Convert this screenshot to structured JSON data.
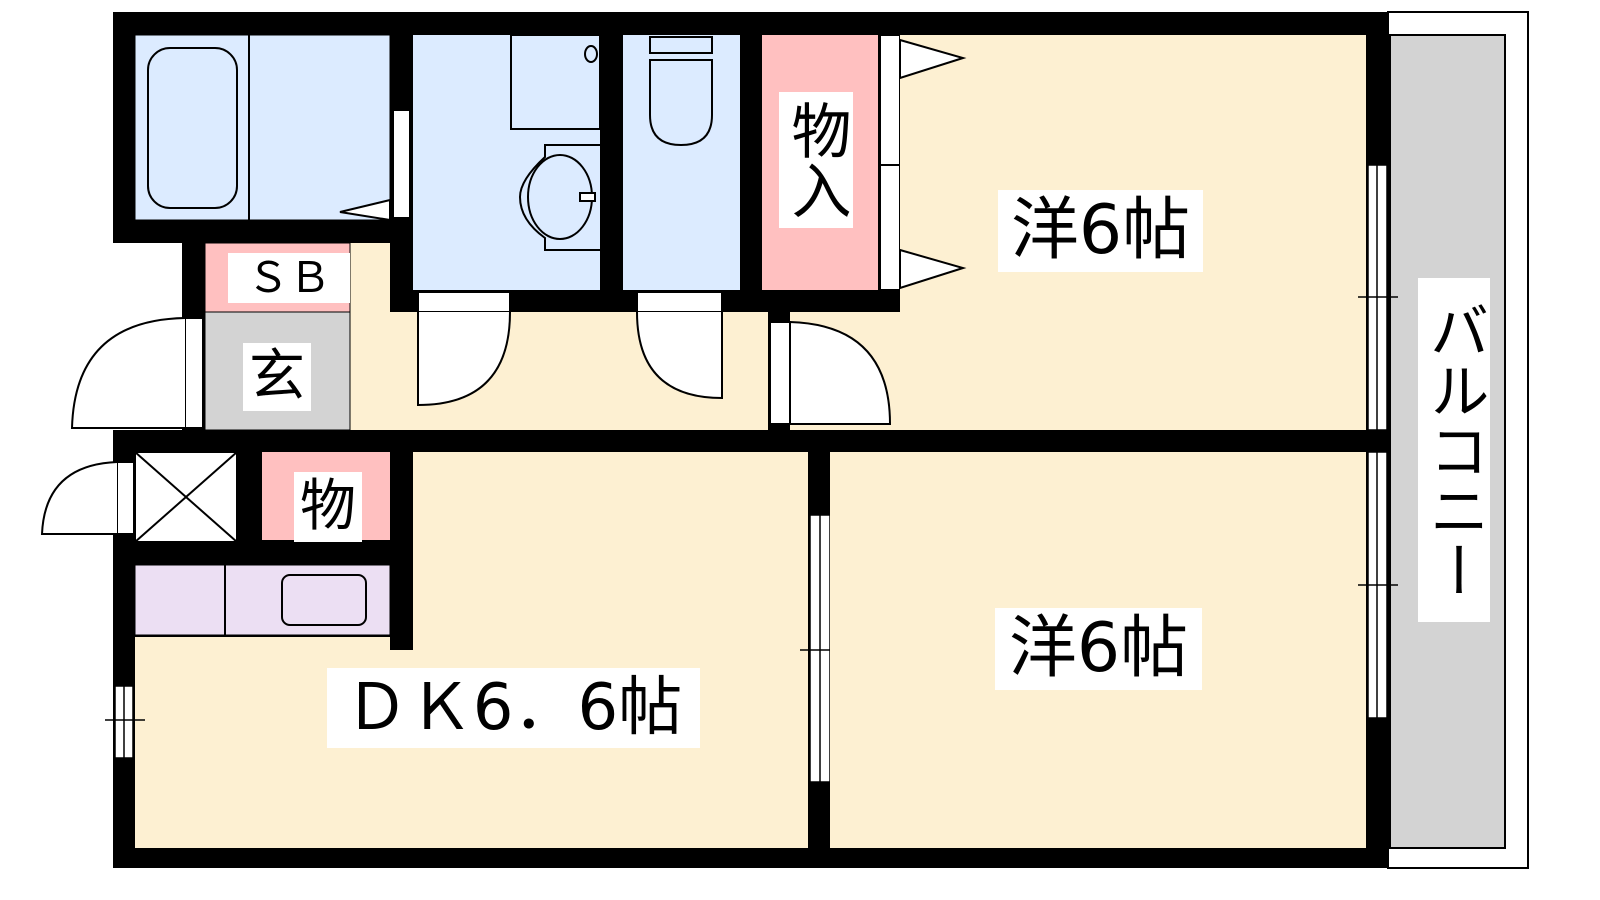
{
  "colors": {
    "wall": "#000000",
    "wet": "#dcebff",
    "room": "#fdf0d2",
    "storage": "#ffc0c0",
    "entrance": "#d3d3d3",
    "kitchen": "#ecdff3",
    "balcony": "#d3d3d3"
  },
  "rooms": {
    "western_room_upper": "洋6帖",
    "western_room_lower": "洋6帖",
    "dining_kitchen": "ＤＫ6．6帖",
    "closet": "物入",
    "storage": "物",
    "shoe_box": "ＳＢ",
    "entrance": "玄",
    "balcony": "バルコニー"
  }
}
